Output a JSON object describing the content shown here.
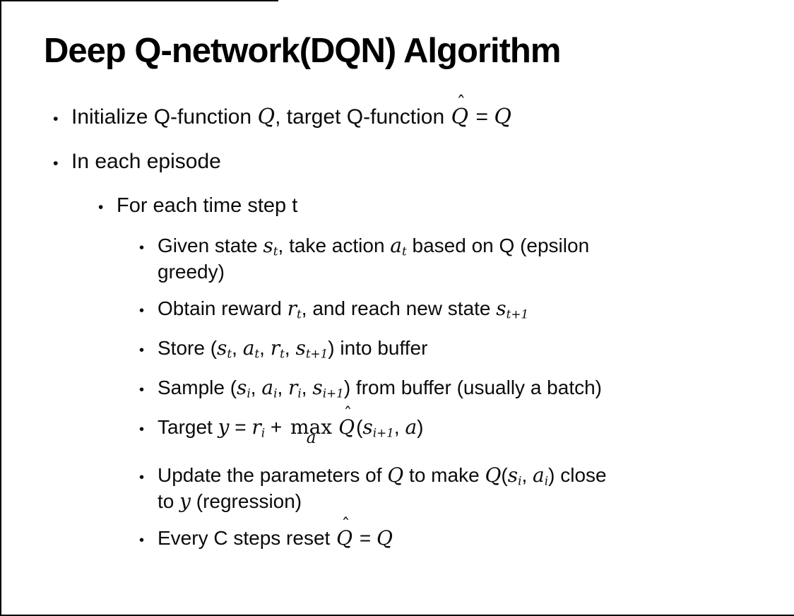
{
  "slide": {
    "title": "Deep Q-network(DQN) Algorithm",
    "bullet_char": "•",
    "bullets": [
      {
        "level": 1,
        "runs": [
          {
            "type": "text",
            "value": "Initialize Q-function "
          },
          {
            "type": "math",
            "value": "Q"
          },
          {
            "type": "text",
            "value": ", target Q-function "
          },
          {
            "type": "qhat",
            "value": "Q",
            "hat": "ˆ"
          },
          {
            "type": "text",
            "value": " = "
          },
          {
            "type": "math",
            "value": "Q"
          }
        ]
      },
      {
        "level": 1,
        "runs": [
          {
            "type": "text",
            "value": "In each episode"
          }
        ]
      },
      {
        "level": 2,
        "runs": [
          {
            "type": "text",
            "value": "For each time step t"
          }
        ]
      },
      {
        "level": 3,
        "runs": [
          {
            "type": "text",
            "value": "Given state "
          },
          {
            "type": "math",
            "value": "s",
            "sub": "t"
          },
          {
            "type": "text",
            "value": ", take action "
          },
          {
            "type": "math",
            "value": "a",
            "sub": "t"
          },
          {
            "type": "text",
            "value": " based on Q (epsilon"
          },
          {
            "type": "br"
          },
          {
            "type": "text",
            "value": "greedy)"
          }
        ]
      },
      {
        "level": 3,
        "runs": [
          {
            "type": "text",
            "value": "Obtain reward "
          },
          {
            "type": "math",
            "value": "r",
            "sub": "t"
          },
          {
            "type": "text",
            "value": ", and reach new state "
          },
          {
            "type": "math",
            "value": "s",
            "sub": "t+1"
          }
        ]
      },
      {
        "level": 3,
        "runs": [
          {
            "type": "text",
            "value": "Store ("
          },
          {
            "type": "math",
            "value": "s",
            "sub": "t"
          },
          {
            "type": "text",
            "value": ", "
          },
          {
            "type": "math",
            "value": "a",
            "sub": "t"
          },
          {
            "type": "text",
            "value": ", "
          },
          {
            "type": "math",
            "value": "r",
            "sub": "t"
          },
          {
            "type": "text",
            "value": ", "
          },
          {
            "type": "math",
            "value": "s",
            "sub": "t+1"
          },
          {
            "type": "text",
            "value": ") into buffer"
          }
        ]
      },
      {
        "level": 3,
        "runs": [
          {
            "type": "text",
            "value": "Sample ("
          },
          {
            "type": "math",
            "value": "s",
            "sub": "i"
          },
          {
            "type": "text",
            "value": ", "
          },
          {
            "type": "math",
            "value": "a",
            "sub": "i"
          },
          {
            "type": "text",
            "value": ", "
          },
          {
            "type": "math",
            "value": "r",
            "sub": "i"
          },
          {
            "type": "text",
            "value": ", "
          },
          {
            "type": "math",
            "value": "s",
            "sub": "i+1"
          },
          {
            "type": "text",
            "value": ") from buffer (usually a batch)"
          }
        ]
      },
      {
        "level": 3,
        "runs": [
          {
            "type": "text",
            "value": "Target "
          },
          {
            "type": "math",
            "value": "y"
          },
          {
            "type": "text",
            "value": " = "
          },
          {
            "type": "math",
            "value": "r",
            "sub": "i"
          },
          {
            "type": "text",
            "value": " + "
          },
          {
            "type": "max",
            "value": "max",
            "under": "a"
          },
          {
            "type": "qhat",
            "value": "Q",
            "hat": "ˆ"
          },
          {
            "type": "text",
            "value": "("
          },
          {
            "type": "math",
            "value": "s",
            "sub": "i+1"
          },
          {
            "type": "text",
            "value": ", "
          },
          {
            "type": "math",
            "value": "a"
          },
          {
            "type": "text",
            "value": ")"
          }
        ]
      },
      {
        "level": 3,
        "runs": [
          {
            "type": "text",
            "value": "Update the parameters of "
          },
          {
            "type": "math",
            "value": "Q"
          },
          {
            "type": "text",
            "value": " to make "
          },
          {
            "type": "math",
            "value": "Q"
          },
          {
            "type": "text",
            "value": "("
          },
          {
            "type": "math",
            "value": "s",
            "sub": "i"
          },
          {
            "type": "text",
            "value": ", "
          },
          {
            "type": "math",
            "value": "a",
            "sub": "i"
          },
          {
            "type": "text",
            "value": ") close"
          },
          {
            "type": "br"
          },
          {
            "type": "text",
            "value": "to "
          },
          {
            "type": "math",
            "value": "y"
          },
          {
            "type": "text",
            "value": " (regression)"
          }
        ]
      },
      {
        "level": 3,
        "runs": [
          {
            "type": "text",
            "value": "Every C steps reset "
          },
          {
            "type": "qhat",
            "value": "Q",
            "hat": "ˆ"
          },
          {
            "type": "text",
            "value": " = "
          },
          {
            "type": "math",
            "value": "Q"
          }
        ]
      }
    ]
  }
}
